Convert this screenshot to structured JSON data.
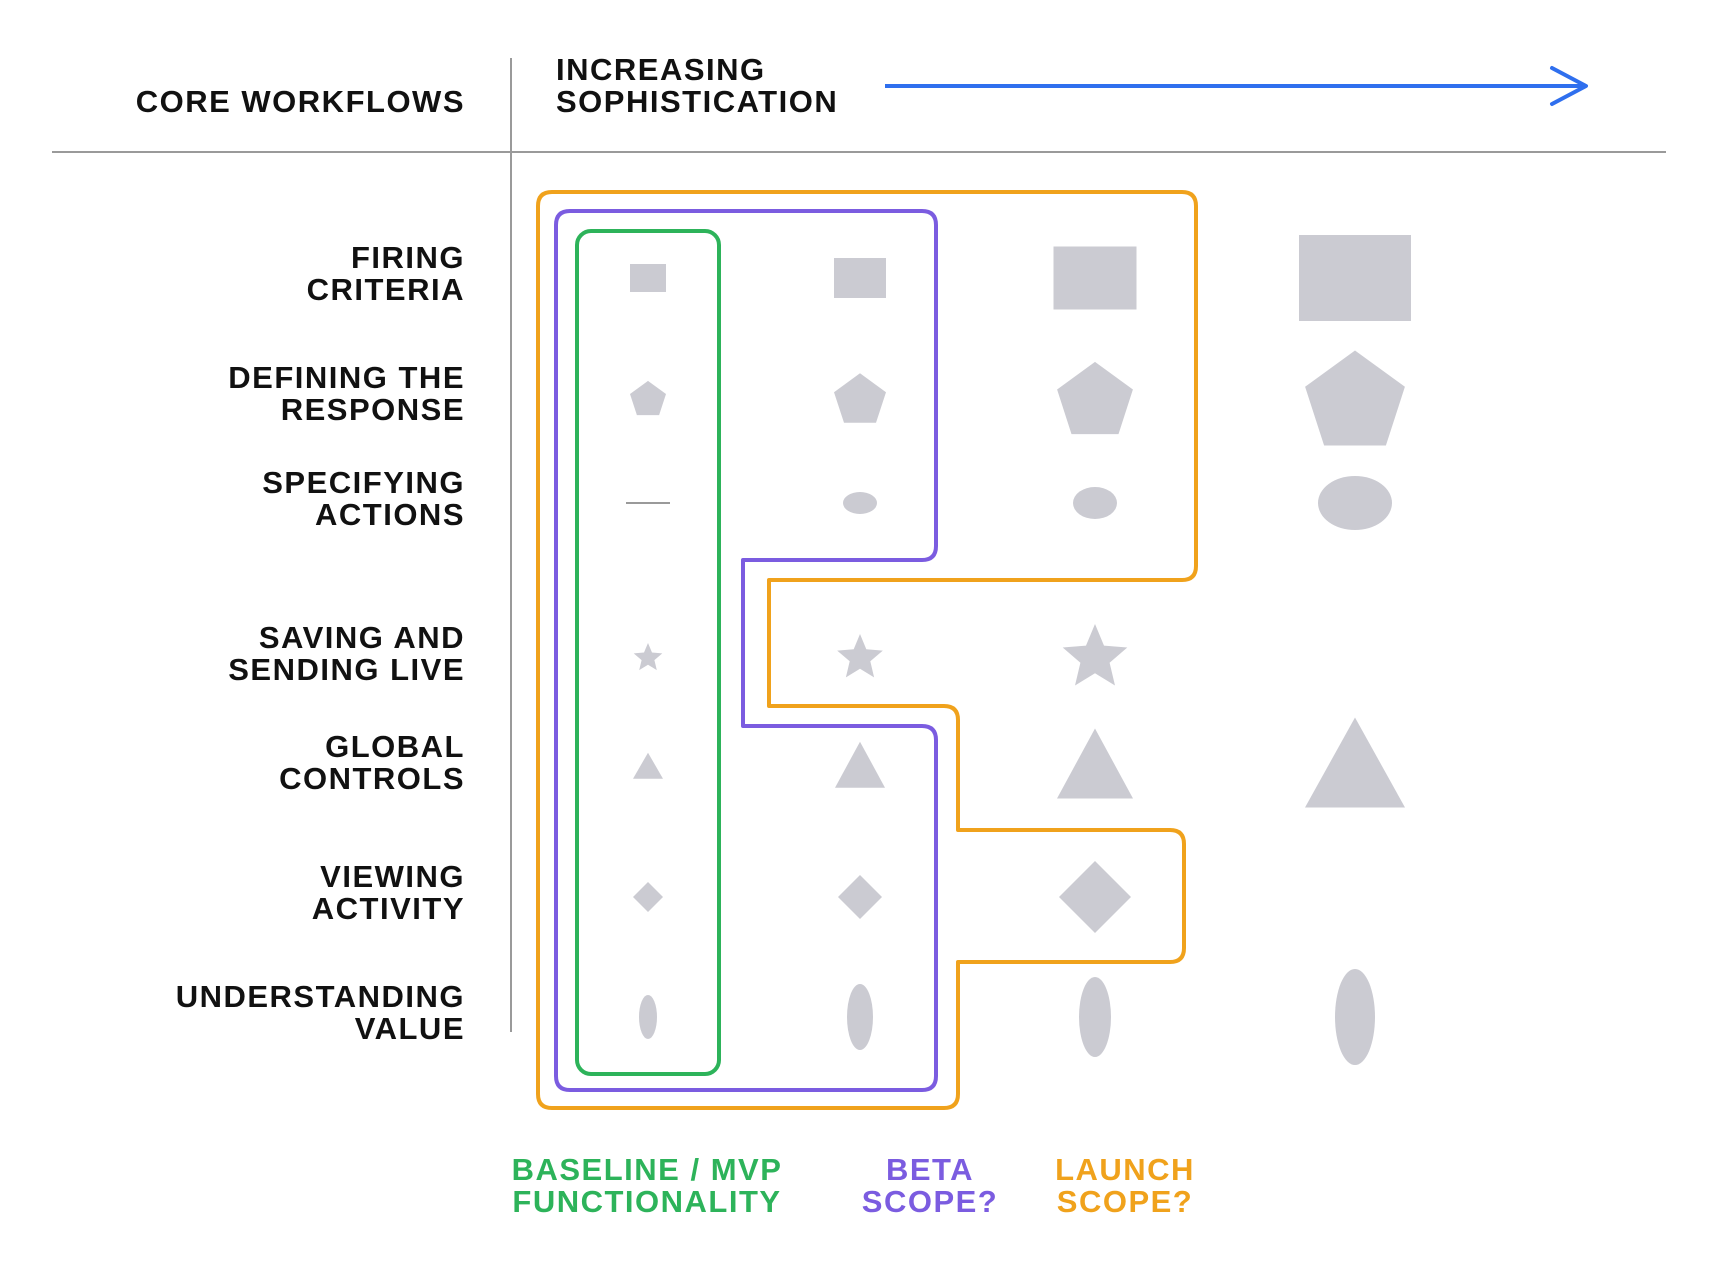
{
  "header": {
    "left_title": "CORE WORKFLOWS",
    "right_title_line1": "INCREASING",
    "right_title_line2": "SOPHISTICATION"
  },
  "workflows": [
    {
      "line1": "FIRING",
      "line2": "CRITERIA",
      "shape": "rectangle",
      "levels": [
        1,
        2,
        3,
        4
      ]
    },
    {
      "line1": "DEFINING THE",
      "line2": "RESPONSE",
      "shape": "pentagon",
      "levels": [
        1,
        2,
        3,
        4
      ]
    },
    {
      "line1": "SPECIFYING",
      "line2": "ACTIONS",
      "shape": "ellipse-wide",
      "levels": [
        1,
        2,
        3,
        4
      ]
    },
    {
      "line1": "SAVING AND",
      "line2": "SENDING LIVE",
      "shape": "star",
      "levels": [
        1,
        2,
        3
      ]
    },
    {
      "line1": "GLOBAL",
      "line2": "CONTROLS",
      "shape": "triangle",
      "levels": [
        1,
        2,
        3,
        4
      ]
    },
    {
      "line1": "VIEWING",
      "line2": "ACTIVITY",
      "shape": "diamond",
      "levels": [
        1,
        2,
        3
      ]
    },
    {
      "line1": "UNDERSTANDING",
      "line2": "VALUE",
      "shape": "ellipse-tall",
      "levels": [
        1,
        2,
        3,
        4
      ]
    }
  ],
  "scopes": [
    {
      "line1": "BASELINE / MVP",
      "line2": "FUNCTIONALITY",
      "color": "#2db35a"
    },
    {
      "line1": "BETA",
      "line2": "SCOPE?",
      "color": "#7b5ce0"
    },
    {
      "line1": "LAUNCH",
      "line2": "SCOPE?",
      "color": "#f0a21c"
    }
  ],
  "colors": {
    "arrow": "#2f6fee",
    "shape": "#cbcbd2",
    "divider": "#9a9a9a",
    "text": "#111111"
  }
}
